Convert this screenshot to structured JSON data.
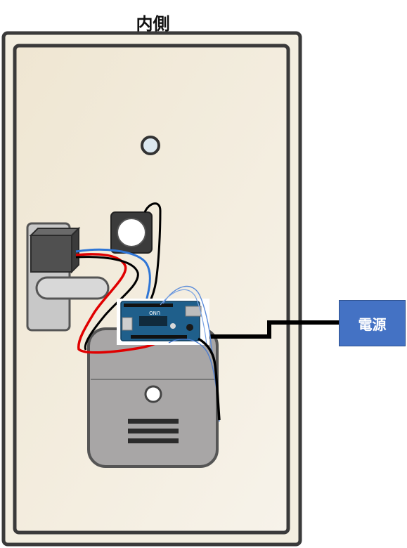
{
  "title": "内側",
  "power_label": "電源",
  "board_label": "UNO",
  "colors": {
    "door_fill": "#f5f0e2",
    "door_frame": "#3a3a3a",
    "lock_box": "#a8a6a6",
    "handle_plate": "#c8c8c8",
    "power_box": "#4472c4",
    "arduino_board": "#1f5f8b",
    "wire_red": "#e00000",
    "wire_blue": "#2e75d6",
    "wire_black": "#000000"
  }
}
